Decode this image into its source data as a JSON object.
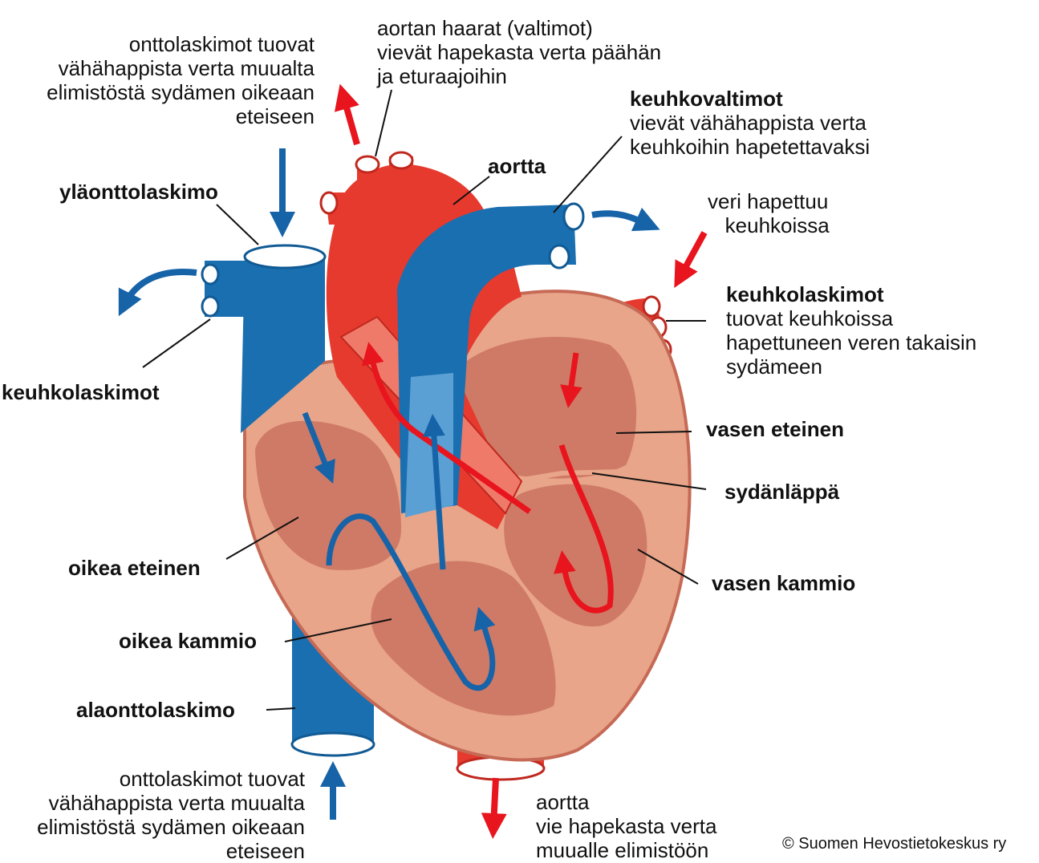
{
  "labels": {
    "top_left_note": "onttolaskimot tuovat\nvähähappista verta muualta\nelimistöstä sydämen oikeaan\neteiseen",
    "aortic_branches_note": "aortan haarat (valtimot)\nvievät hapekasta verta päähän\nja eturaajoihin",
    "pulmonary_arteries_title": "keuhkovaltimot",
    "pulmonary_arteries_note": "vievät vähähappista verta\nkeuhkoihin hapetettavaksi",
    "aorta_top": "aortta",
    "superior_vena_cava": "yläonttolaskimo",
    "blood_oxygenates": "veri hapettuu\n   keuhkoissa",
    "pulmonary_veins_right_title": "keuhkolaskimot",
    "pulmonary_veins_right_note": "tuovat keuhkoissa\nhapettuneen veren takaisin\nsydämeen",
    "pulmonary_veins_left": "keuhkolaskimot",
    "left_atrium": "vasen eteinen",
    "heart_valve": "sydänläppä",
    "right_atrium": "oikea eteinen",
    "left_ventricle": "vasen kammio",
    "right_ventricle": "oikea kammio",
    "inferior_vena_cava": "alaonttolaskimo",
    "bottom_left_note": "onttolaskimot tuovat\nvähähappista verta muualta\nelimistöstä sydämen oikeaan\neteiseen",
    "aorta_bottom_note": "aortta\nvie hapekasta verta\nmuualle elimistöön",
    "copyright": "© Suomen Hevostietokeskus ry"
  },
  "colors": {
    "oxygenated_red": "#e63a2e",
    "deoxygenated_blue": "#1a6fb0",
    "heart_outer": "#e8a58a",
    "heart_inner": "#cf7a66",
    "heart_outline": "#c66a56"
  }
}
